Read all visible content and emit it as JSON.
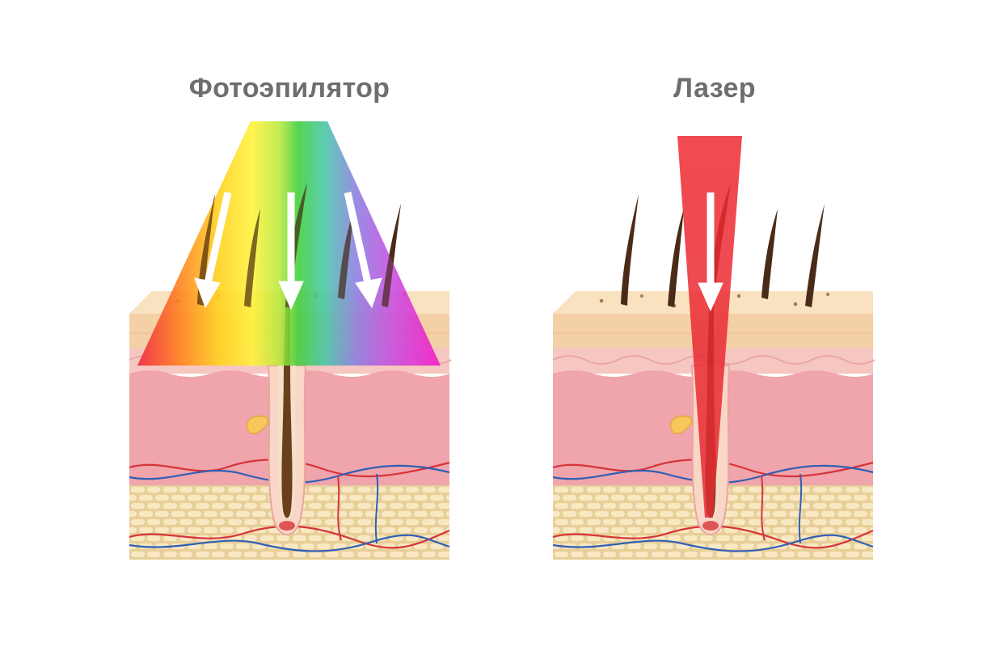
{
  "panels": [
    {
      "title": "Фотоэпилятор",
      "light_source": "broad-spectrum-beam"
    },
    {
      "title": "Лазер",
      "light_source": "narrow-red-laser-beam"
    }
  ],
  "colors": {
    "title_text": "#6e6e70",
    "epidermis": "#f6d9b4",
    "dermis": "#f1a7ae",
    "subcutaneous_fat": "#f3dfad",
    "hair": "#4a2b17",
    "artery": "#d6343b",
    "vein": "#2f5fb5",
    "laser_beam": "#ec2a32",
    "arrow": "#ffffff"
  },
  "icons": [
    "white-down-arrow-icon",
    "hair-icon",
    "sebaceous-gland-icon"
  ]
}
